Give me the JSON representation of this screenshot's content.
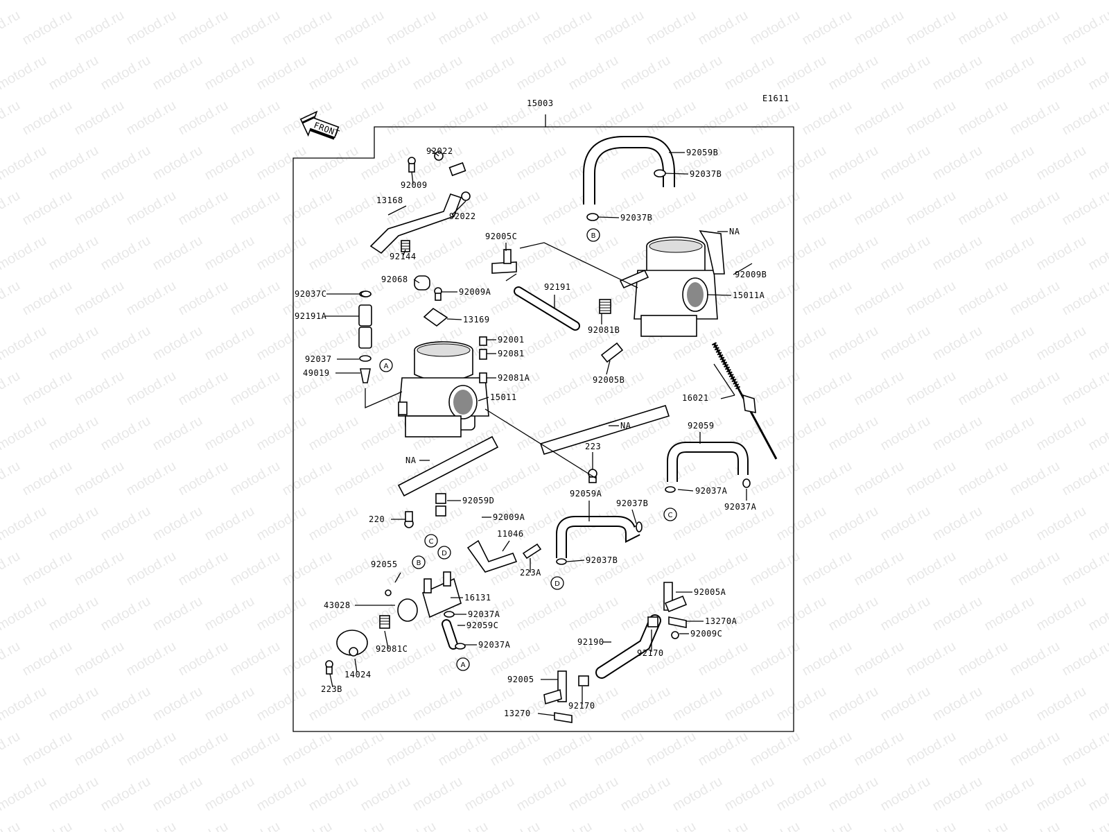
{
  "diagram_code": "E1611",
  "front_label": "FRONT",
  "watermark": "motod.ru",
  "parts": [
    {
      "id": "p15003",
      "text": "15003"
    },
    {
      "id": "p92022a",
      "text": "92022"
    },
    {
      "id": "p92009",
      "text": "92009"
    },
    {
      "id": "p13168",
      "text": "13168"
    },
    {
      "id": "p92022b",
      "text": "92022"
    },
    {
      "id": "p92144",
      "text": "92144"
    },
    {
      "id": "p92059B",
      "text": "92059B"
    },
    {
      "id": "p92037B_1",
      "text": "92037B"
    },
    {
      "id": "p92037B_2",
      "text": "92037B"
    },
    {
      "id": "pNA_1",
      "text": "NA"
    },
    {
      "id": "p92005C",
      "text": "92005C"
    },
    {
      "id": "p92009B",
      "text": "92009B"
    },
    {
      "id": "p92068",
      "text": "92068"
    },
    {
      "id": "p92009A_1",
      "text": "92009A"
    },
    {
      "id": "p92191",
      "text": "92191"
    },
    {
      "id": "p15011A",
      "text": "15011A"
    },
    {
      "id": "p92037C",
      "text": "92037C"
    },
    {
      "id": "p92191A",
      "text": "92191A"
    },
    {
      "id": "p13169",
      "text": "13169"
    },
    {
      "id": "p92081B",
      "text": "92081B"
    },
    {
      "id": "p92001",
      "text": "92001"
    },
    {
      "id": "p92081",
      "text": "92081"
    },
    {
      "id": "p92037",
      "text": "92037"
    },
    {
      "id": "p49019",
      "text": "49019"
    },
    {
      "id": "p92081A",
      "text": "92081A"
    },
    {
      "id": "p92005B",
      "text": "92005B"
    },
    {
      "id": "p15011",
      "text": "15011"
    },
    {
      "id": "p16021",
      "text": "16021"
    },
    {
      "id": "pNA_2",
      "text": "NA"
    },
    {
      "id": "p92059",
      "text": "92059"
    },
    {
      "id": "p223",
      "text": "223"
    },
    {
      "id": "pNA_3",
      "text": "NA"
    },
    {
      "id": "p92059A",
      "text": "92059A"
    },
    {
      "id": "p92037B_3",
      "text": "92037B"
    },
    {
      "id": "p92037A_1",
      "text": "92037A"
    },
    {
      "id": "p92037A_2",
      "text": "92037A"
    },
    {
      "id": "p92059D",
      "text": "92059D"
    },
    {
      "id": "p220",
      "text": "220"
    },
    {
      "id": "p92009A_2",
      "text": "92009A"
    },
    {
      "id": "p11046",
      "text": "11046"
    },
    {
      "id": "p223A",
      "text": "223A"
    },
    {
      "id": "p92037B_4",
      "text": "92037B"
    },
    {
      "id": "p92055",
      "text": "92055"
    },
    {
      "id": "p16131",
      "text": "16131"
    },
    {
      "id": "p43028",
      "text": "43028"
    },
    {
      "id": "p92037A_3",
      "text": "92037A"
    },
    {
      "id": "p92059C",
      "text": "92059C"
    },
    {
      "id": "p92037A_4",
      "text": "92037A"
    },
    {
      "id": "p92081C",
      "text": "92081C"
    },
    {
      "id": "p14024",
      "text": "14024"
    },
    {
      "id": "p223B",
      "text": "223B"
    },
    {
      "id": "p92005A",
      "text": "92005A"
    },
    {
      "id": "p13270A",
      "text": "13270A"
    },
    {
      "id": "p92009C",
      "text": "92009C"
    },
    {
      "id": "p92190",
      "text": "92190"
    },
    {
      "id": "p92170_1",
      "text": "92170"
    },
    {
      "id": "p92005",
      "text": "92005"
    },
    {
      "id": "p92170_2",
      "text": "92170"
    },
    {
      "id": "p13270",
      "text": "13270"
    }
  ],
  "callouts": [
    {
      "id": "cA1",
      "text": "A"
    },
    {
      "id": "cB1",
      "text": "B"
    },
    {
      "id": "cC1",
      "text": "C"
    },
    {
      "id": "cD1",
      "text": "D"
    },
    {
      "id": "cB2",
      "text": "B"
    },
    {
      "id": "cC2",
      "text": "C"
    },
    {
      "id": "cD2",
      "text": "D"
    },
    {
      "id": "cA2",
      "text": "A"
    }
  ]
}
